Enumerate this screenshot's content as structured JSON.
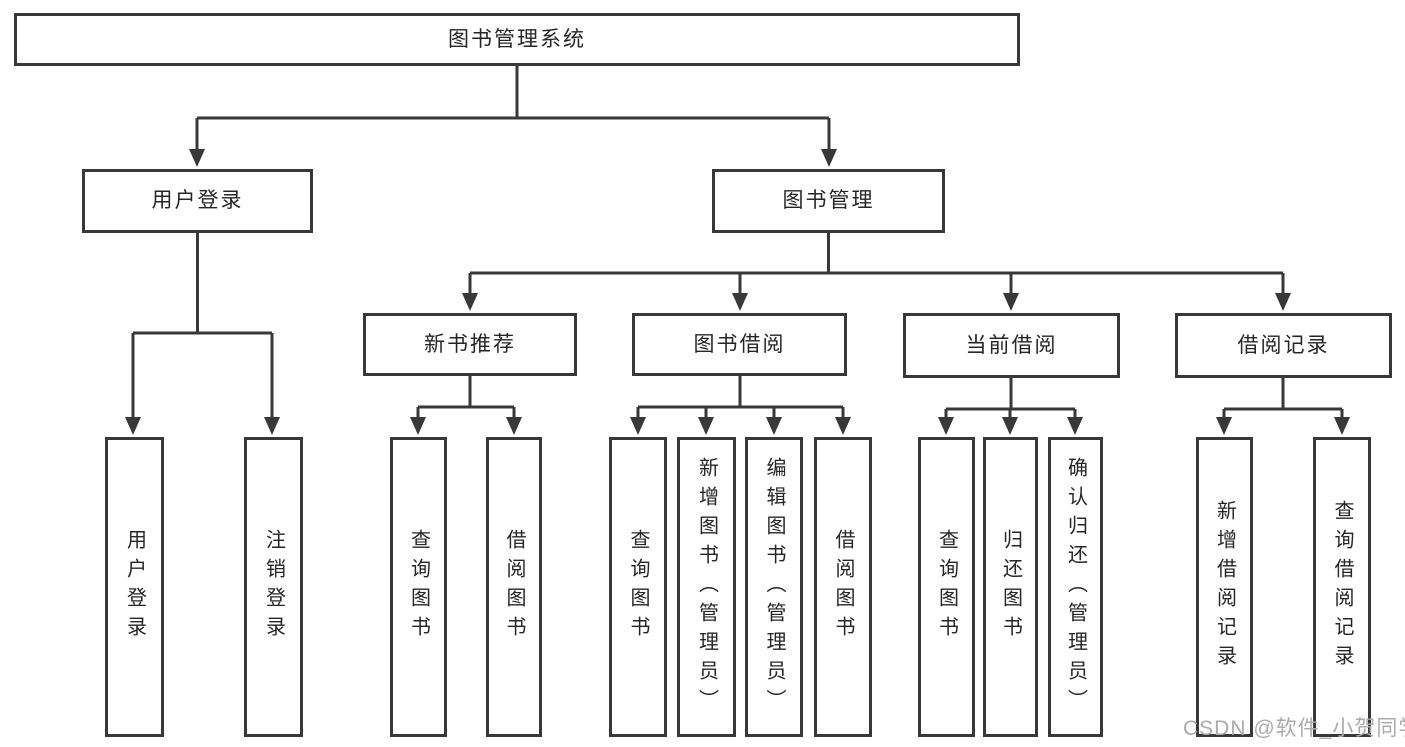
{
  "tree": {
    "root_label": "图书管理系统",
    "branches": [
      {
        "label": "用户登录",
        "children": [
          {
            "label": "用户登录"
          },
          {
            "label": "注销登录"
          }
        ]
      },
      {
        "label": "图书管理",
        "children": [
          {
            "label": "新书推荐",
            "children": [
              {
                "label": "查询图书"
              },
              {
                "label": "借阅图书"
              }
            ]
          },
          {
            "label": "图书借阅",
            "children": [
              {
                "label": "查询图书"
              },
              {
                "label": "新增图书（管理员）"
              },
              {
                "label": "编辑图书（管理员）"
              },
              {
                "label": "借阅图书"
              }
            ]
          },
          {
            "label": "当前借阅",
            "children": [
              {
                "label": "查询图书"
              },
              {
                "label": "归还图书"
              },
              {
                "label": "确认归还（管理员）"
              }
            ]
          },
          {
            "label": "借阅记录",
            "children": [
              {
                "label": "新增借阅记录"
              },
              {
                "label": "查询借阅记录"
              }
            ]
          }
        ]
      }
    ]
  },
  "watermark": {
    "text": "CSDN @软件_小贺同学"
  },
  "colors": {
    "line": "#383838",
    "box_border": "#383838",
    "text": "#262626",
    "watermark": "#ababab",
    "background": "#ffffff"
  }
}
